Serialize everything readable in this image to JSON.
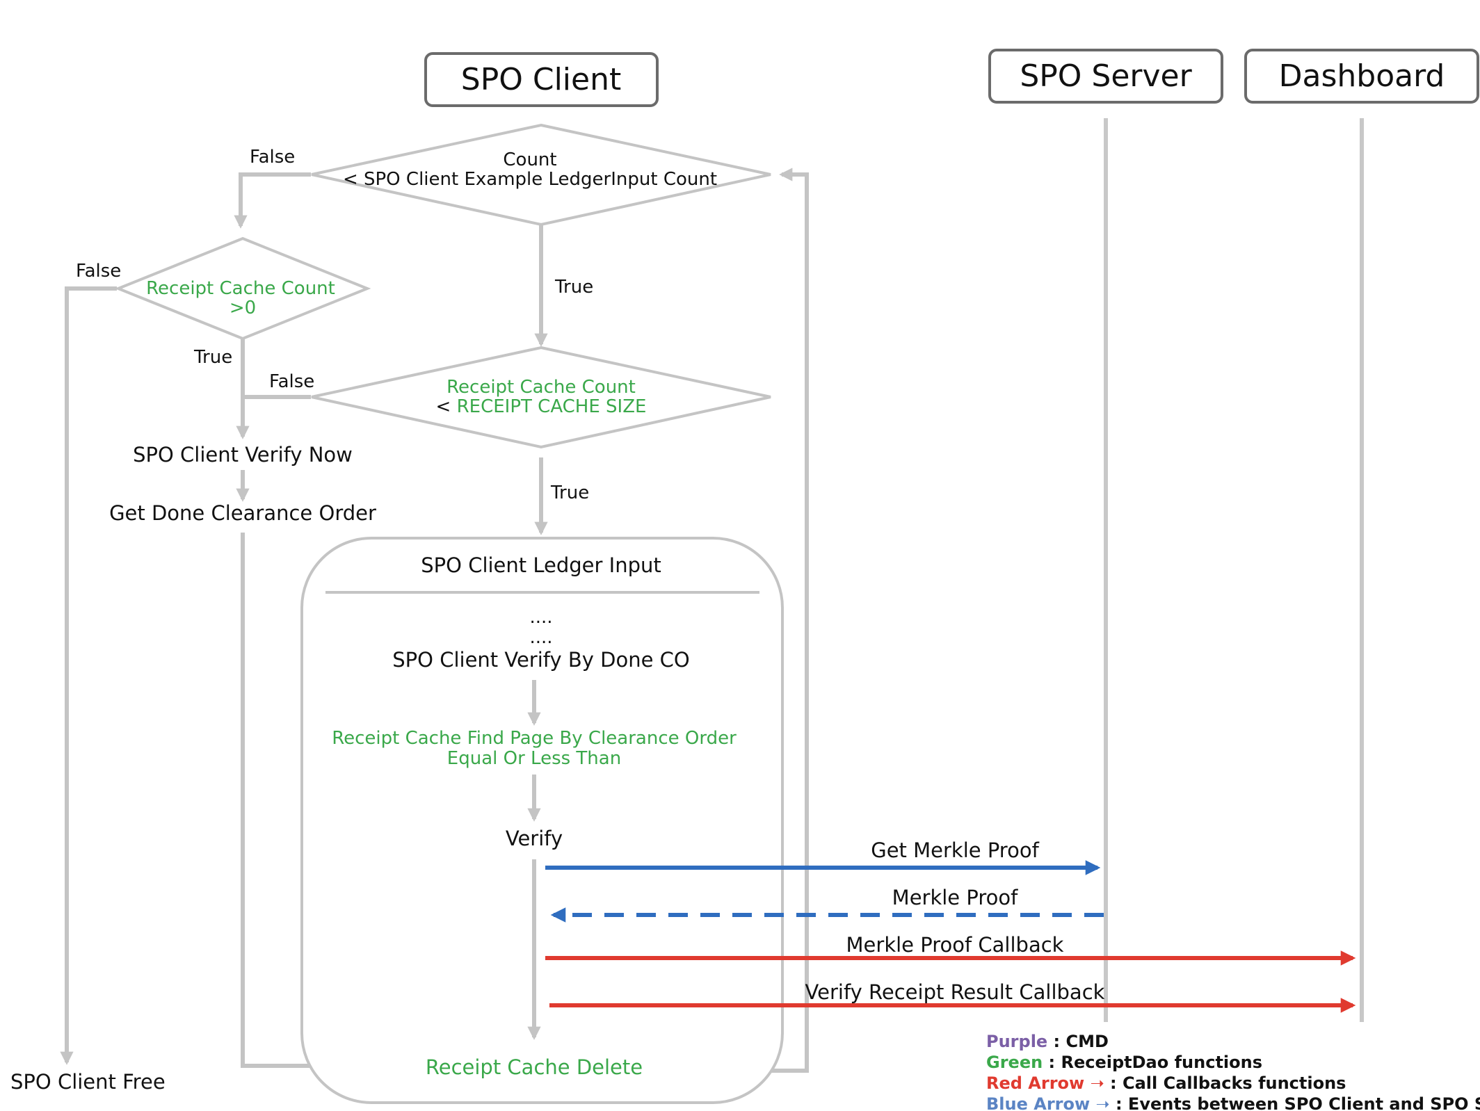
{
  "headers": {
    "client": "SPO Client",
    "server": "SPO Server",
    "dashboard": "Dashboard"
  },
  "decisions": {
    "count_check": {
      "line1": "Count",
      "line2": "< SPO Client Example LedgerInput Count"
    },
    "cache_count_positive": {
      "line1": "Receipt Cache Count",
      "line2": ">0"
    },
    "cache_count_size": {
      "line1": "Receipt Cache Count",
      "line2_prefix": "< ",
      "line2_green": "RECEIPT CACHE SIZE"
    }
  },
  "branch_labels": {
    "false_top": "False",
    "false_left": "False",
    "true_center": "True",
    "true_left": "True",
    "false_mid": "False",
    "true_lower": "True"
  },
  "steps": {
    "verify_now": "SPO Client Verify Now",
    "get_done_clearance": "Get Done Clearance Order",
    "client_free": "SPO Client Free",
    "cache_delete": "Receipt Cache Delete"
  },
  "ledger_box": {
    "title": "SPO Client Ledger Input",
    "dots1": "....",
    "dots2": "....",
    "verify_by_done": "SPO Client Verify By Done CO",
    "find_page_line1": "Receipt Cache Find Page By Clearance Order",
    "find_page_line2": "Equal Or Less Than",
    "verify": "Verify"
  },
  "messages": [
    {
      "label": "Get Merkle Proof",
      "kind": "blue-solid"
    },
    {
      "label": "Merkle Proof",
      "kind": "blue-dashed"
    },
    {
      "label": "Merkle Proof Callback",
      "kind": "red"
    },
    {
      "label": "Verify Receipt Result Callback",
      "kind": "red"
    }
  ],
  "legend": {
    "purple": {
      "key": "Purple",
      "desc": " : CMD"
    },
    "green": {
      "key": "Green",
      "desc": " : ReceiptDao functions"
    },
    "red": {
      "key": "Red Arrow ",
      "arrow": "➝",
      "desc": " : Call Callbacks functions"
    },
    "blue": {
      "key": "Blue Arrow ",
      "arrow": "➝",
      "desc": " : Events between SPO Client and SPO Server"
    }
  },
  "colors": {
    "green": "#3aa84a",
    "red": "#e03a2f",
    "blue": "#2f6dbf",
    "purple": "#7b5fa6",
    "legend_blue": "#5b84c4",
    "flow_gray": "#c4c4c4"
  }
}
